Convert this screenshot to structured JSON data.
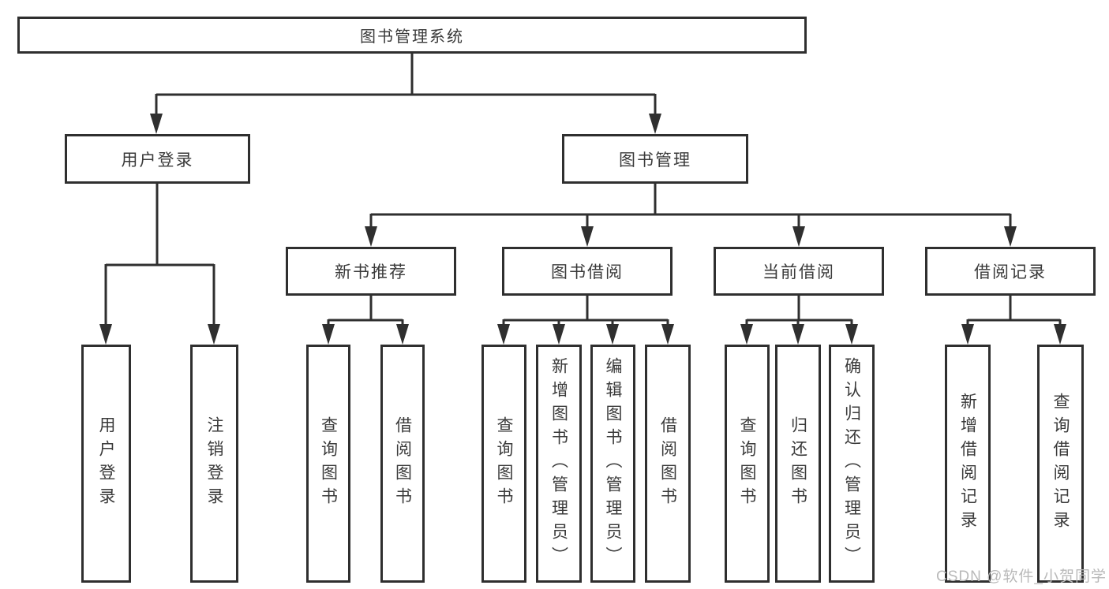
{
  "tree": {
    "label": "图书管理系统",
    "children": [
      {
        "label": "用户登录",
        "children": [
          {
            "label": "用户登录"
          },
          {
            "label": "注销登录"
          }
        ]
      },
      {
        "label": "图书管理",
        "children": [
          {
            "label": "新书推荐",
            "children": [
              {
                "label": "查询图书"
              },
              {
                "label": "借阅图书"
              }
            ]
          },
          {
            "label": "图书借阅",
            "children": [
              {
                "label": "查询图书"
              },
              {
                "label": "新增图书（管理员）"
              },
              {
                "label": "编辑图书（管理员）"
              },
              {
                "label": "借阅图书"
              }
            ]
          },
          {
            "label": "当前借阅",
            "children": [
              {
                "label": "查询图书"
              },
              {
                "label": "归还图书"
              },
              {
                "label": "确认归还（管理员）"
              }
            ]
          },
          {
            "label": "借阅记录",
            "children": [
              {
                "label": "新增借阅记录"
              },
              {
                "label": "查询借阅记录"
              }
            ]
          }
        ]
      }
    ]
  },
  "watermark": "CSDN @软件_小贺同学",
  "colors": {
    "line": "#2f2f2f",
    "box_border": "#2f2f2f",
    "box_fill": "#ffffff",
    "text": "#3a3a3a",
    "watermark": "#b9b9b9",
    "background": "#ffffff"
  }
}
